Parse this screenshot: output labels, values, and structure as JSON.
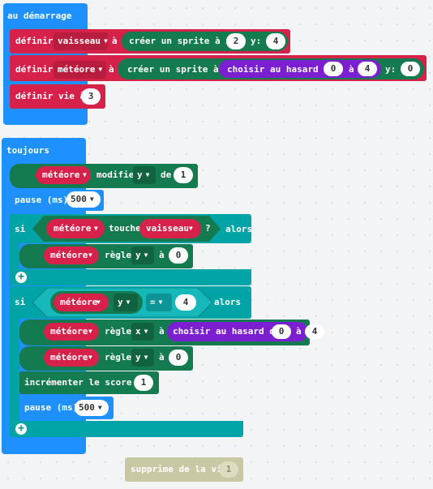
{
  "onstart": {
    "header": "au démarrage",
    "row1": {
      "definir": "définir",
      "var": "vaisseau",
      "a": "à",
      "create": "créer un sprite à x:",
      "x": "2",
      "ylbl": "y:",
      "y": "4"
    },
    "row2": {
      "definir": "définir",
      "var": "météore",
      "a": "à",
      "create": "créer un sprite à x:",
      "random": "choisir au hasard de",
      "from": "0",
      "to_lbl": "à",
      "to": "4",
      "ylbl": "y:",
      "y": "0"
    },
    "row3": {
      "label": "définir vie à",
      "value": "3"
    }
  },
  "forever": {
    "header": "toujours",
    "change": {
      "sprite": "météore",
      "modify": "modifie",
      "prop": "y",
      "de": "de",
      "value": "1"
    },
    "pause1": {
      "label": "pause (ms)",
      "value": "500"
    },
    "if1": {
      "si": "si",
      "sprite": "météore",
      "touche": "touche",
      "other": "vaisseau",
      "q": "?",
      "alors": "alors"
    },
    "if1_set": {
      "sprite": "météore",
      "regle": "règle",
      "prop": "y",
      "a": "à",
      "value": "0"
    },
    "if2": {
      "si": "si",
      "sprite": "météore",
      "prop": "y",
      "op": "=",
      "value": "4",
      "alors": "alors"
    },
    "if2_set_x": {
      "sprite": "météore",
      "regle": "règle",
      "prop": "x",
      "a": "à",
      "random": "choisir au hasard de",
      "from": "0",
      "to_lbl": "à",
      "to": "4"
    },
    "if2_set_y": {
      "sprite": "météore",
      "regle": "règle",
      "prop": "y",
      "a": "à",
      "value": "0"
    },
    "score": {
      "label": "incrémenter le score de",
      "value": "1"
    },
    "pause2": {
      "label": "pause (ms)",
      "value": "500"
    }
  },
  "orphan": {
    "label": "supprime de la vie",
    "value": "1"
  },
  "colors": {
    "events": "#1e90ff",
    "variables": "#d6224a",
    "sprites": "#147a4f",
    "logic": "#00a4a6",
    "math": "#7c1fd1",
    "disabled": "#c8c8a4"
  }
}
